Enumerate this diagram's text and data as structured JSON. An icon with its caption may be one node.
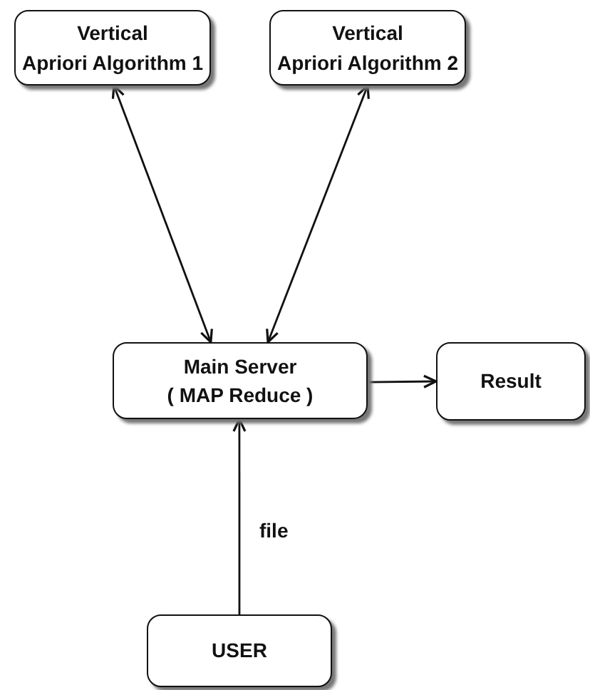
{
  "diagram": {
    "nodes": [
      {
        "text": [
          "Vertical Apriori Algorithm 1"
        ]
      },
      {
        "text": [
          "Vertical Apriori Algorithm 2"
        ]
      },
      {
        "text": [
          "Main Server ( MAP Reduce )"
        ]
      },
      {
        "text": [
          "Result"
        ]
      },
      {
        "text": [
          "USER"
        ]
      }
    ],
    "edges": [
      {
        "from": 0,
        "to": 2,
        "arrow": "both"
      },
      {
        "from": 1,
        "to": 2,
        "arrow": "both"
      },
      {
        "from": 2,
        "to": 3,
        "arrow": "to"
      },
      {
        "from": 4,
        "to": 2,
        "arrow": "to",
        "label": "file"
      }
    ]
  }
}
